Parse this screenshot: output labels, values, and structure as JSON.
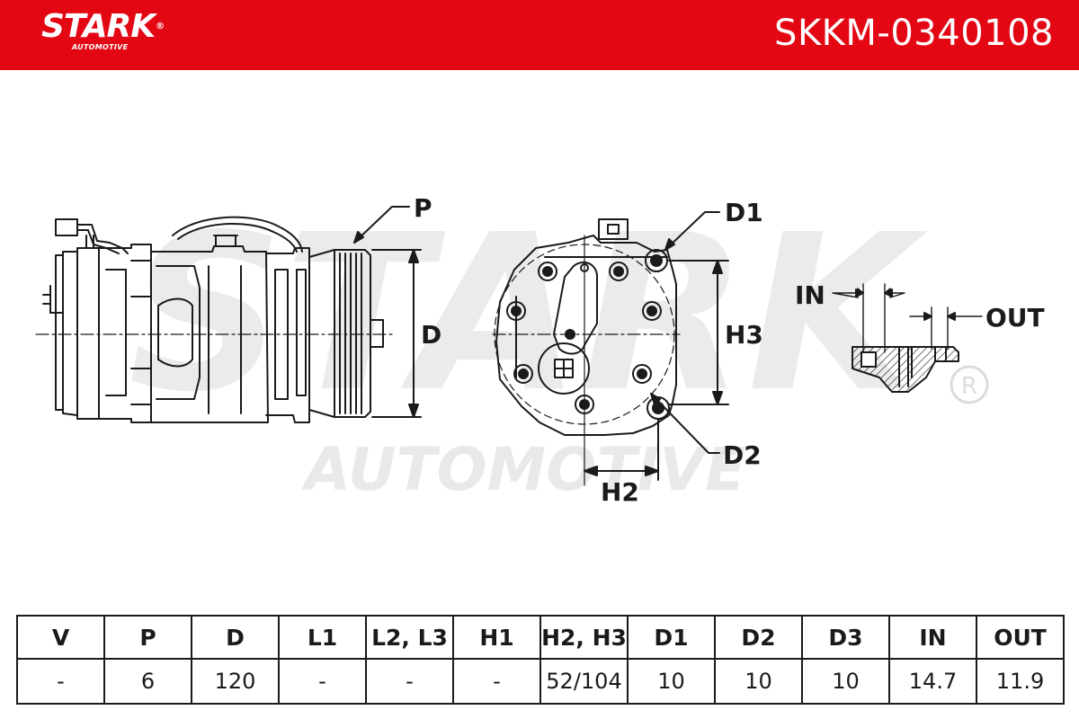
{
  "header": {
    "brand": "STARK",
    "brand_sub": "AUTOMOTIVE",
    "part_number": "SKKM-0340108",
    "bar_color": "#e30613"
  },
  "watermark": {
    "line1": "STARK",
    "line2": "AUTOMOTIVE"
  },
  "drawing_labels": {
    "p": "P",
    "d": "D",
    "d1": "D1",
    "d2": "D2",
    "h2": "H2",
    "h3": "H3",
    "in": "IN",
    "out": "OUT"
  },
  "specs": {
    "headers": [
      "V",
      "P",
      "D",
      "L1",
      "L2, L3",
      "H1",
      "H2, H3",
      "D1",
      "D2",
      "D3",
      "IN",
      "OUT"
    ],
    "values": [
      "-",
      "6",
      "120",
      "-",
      "-",
      "-",
      "52/104",
      "10",
      "10",
      "10",
      "14.7",
      "11.9"
    ]
  }
}
